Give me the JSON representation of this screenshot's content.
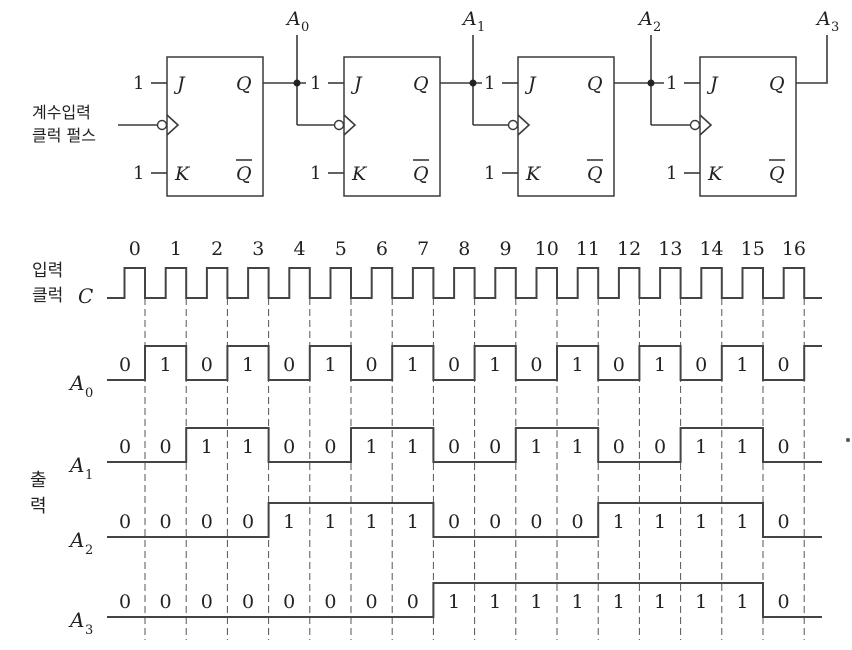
{
  "circuit": {
    "input_label_line1": "계수입력",
    "input_label_line2": "클럭 펄스",
    "const_one": "1",
    "pins": {
      "j": "J",
      "k": "K",
      "q": "Q",
      "qbar": "Q"
    },
    "outputs": [
      {
        "base": "A",
        "sub": "0"
      },
      {
        "base": "A",
        "sub": "1"
      },
      {
        "base": "A",
        "sub": "2"
      },
      {
        "base": "A",
        "sub": "3"
      }
    ]
  },
  "timing": {
    "clock_label_line1": "입력",
    "clock_label_line2": "클럭",
    "clock_symbol": "C",
    "output_group_label_line1": "출",
    "output_group_label_line2": "력",
    "clock_numbers": [
      "0",
      "1",
      "2",
      "3",
      "4",
      "5",
      "6",
      "7",
      "8",
      "9",
      "10",
      "11",
      "12",
      "13",
      "14",
      "15",
      "16"
    ],
    "signals": [
      {
        "base": "A",
        "sub": "0",
        "values": [
          0,
          1,
          0,
          1,
          0,
          1,
          0,
          1,
          0,
          1,
          0,
          1,
          0,
          1,
          0,
          1,
          0
        ]
      },
      {
        "base": "A",
        "sub": "1",
        "values": [
          0,
          0,
          1,
          1,
          0,
          0,
          1,
          1,
          0,
          0,
          1,
          1,
          0,
          0,
          1,
          1,
          0
        ]
      },
      {
        "base": "A",
        "sub": "2",
        "values": [
          0,
          0,
          0,
          0,
          1,
          1,
          1,
          1,
          0,
          0,
          0,
          0,
          1,
          1,
          1,
          1,
          0
        ]
      },
      {
        "base": "A",
        "sub": "3",
        "values": [
          0,
          0,
          0,
          0,
          0,
          0,
          0,
          0,
          1,
          1,
          1,
          1,
          1,
          1,
          1,
          1,
          0
        ]
      }
    ]
  }
}
